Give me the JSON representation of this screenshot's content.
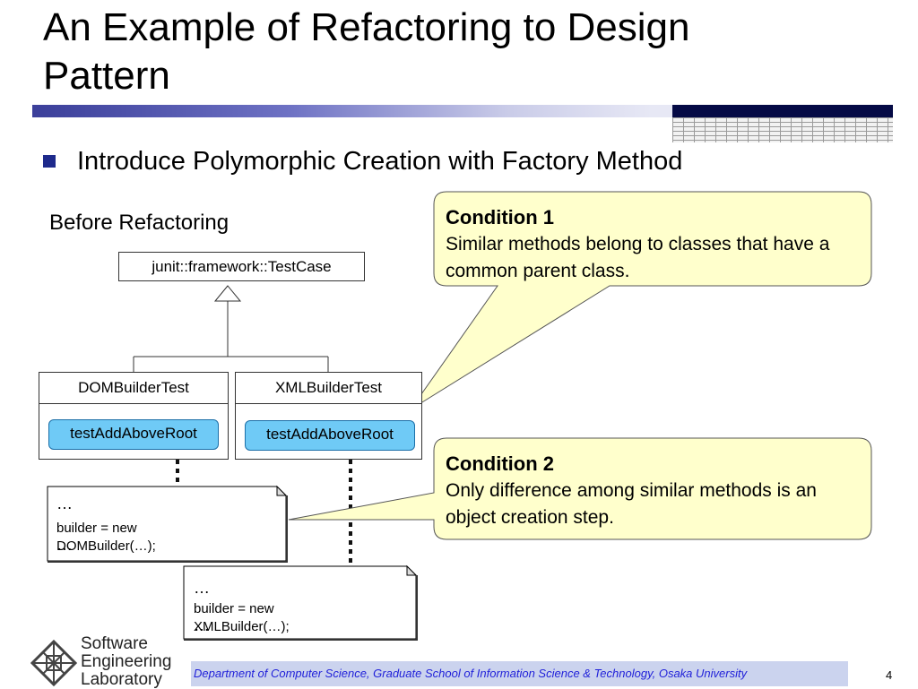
{
  "slide": {
    "title_line1": "An Example of Refactoring to Design",
    "title_line2": "Pattern",
    "bullet": "Introduce Polymorphic Creation with Factory Method",
    "before_label": "Before Refactoring",
    "page_number": "4"
  },
  "diagram": {
    "base_class": "junit::framework::TestCase",
    "dom_class": "DOMBuilderTest",
    "dom_method": "testAddAboveRoot",
    "xml_class": "XMLBuilderTest",
    "xml_method": "testAddAboveRoot",
    "dom_note": {
      "ellipsis_top": "…",
      "code": "builder = new DOMBuilder(…);",
      "ellipsis_bottom": "…"
    },
    "xml_note": {
      "ellipsis_top": "…",
      "code": "builder = new XMLBuilder(…);",
      "ellipsis_bottom": "…"
    }
  },
  "callouts": [
    {
      "title": "Condition 1",
      "body": "Similar methods belong to classes that have a common parent class."
    },
    {
      "title": "Condition 2",
      "body": "Only difference among similar methods is an object creation step."
    }
  ],
  "footer": {
    "department": "Department of Computer Science, Graduate School of Information Science & Technology, Osaka University",
    "logo_line1": "Software",
    "logo_line2": "Engineering",
    "logo_line3": "Laboratory"
  },
  "colors": {
    "accent_dark": "#050a45",
    "bullet": "#1e2a8c",
    "method_fill": "#6fcaf6",
    "callout_fill": "#ffffcc",
    "footer_text": "#1f1fd9"
  }
}
